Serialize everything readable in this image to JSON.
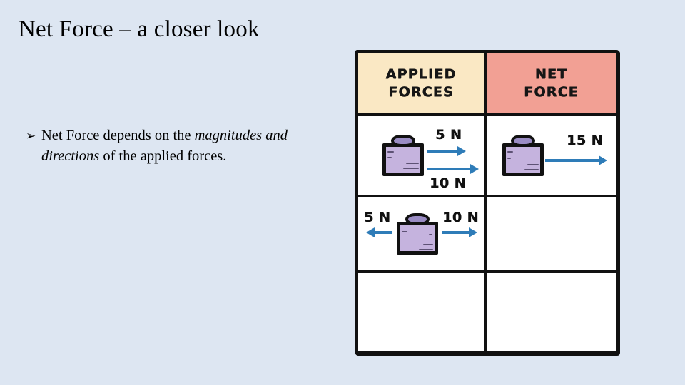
{
  "slide": {
    "title": "Net Force – a closer look",
    "background_color": "#dde6f2"
  },
  "body": {
    "bullets": [
      {
        "glyph": "➢",
        "glyph_name": "arrowhead-bullet",
        "text_before": "Net Force depends on the ",
        "text_emphasis": "magnitudes and directions",
        "text_after": " of the applied forces."
      }
    ]
  },
  "table": {
    "border_color": "#111111",
    "headers": [
      {
        "label": "APPLIED FORCES",
        "line1": "APPLIED",
        "line2": "FORCES",
        "fill": "#fae8c4"
      },
      {
        "label": "NET FORCE",
        "line1": "NET",
        "line2": "FORCE",
        "fill": "#f2a094"
      }
    ],
    "arrow_color": "#2e7cb8",
    "block_fill": "#c5b3de",
    "block_lid_fill": "#9a8cc4",
    "rows": [
      {
        "id": "row-same-direction",
        "applied": {
          "has_block": true,
          "forces": [
            {
              "label": "5 N",
              "direction": "right",
              "magnitude": 5
            },
            {
              "label": "10 N",
              "direction": "right",
              "magnitude": 10
            }
          ]
        },
        "net": {
          "has_block": true,
          "forces": [
            {
              "label": "15 N",
              "direction": "right",
              "magnitude": 15
            }
          ]
        }
      },
      {
        "id": "row-opposite-direction",
        "applied": {
          "has_block": true,
          "forces": [
            {
              "label": "5 N",
              "direction": "left",
              "magnitude": 5
            },
            {
              "label": "10 N",
              "direction": "right",
              "magnitude": 10
            }
          ]
        },
        "net": {
          "has_block": false,
          "forces": []
        }
      },
      {
        "id": "row-blank",
        "applied": {
          "has_block": false,
          "forces": []
        },
        "net": {
          "has_block": false,
          "forces": []
        }
      }
    ]
  }
}
